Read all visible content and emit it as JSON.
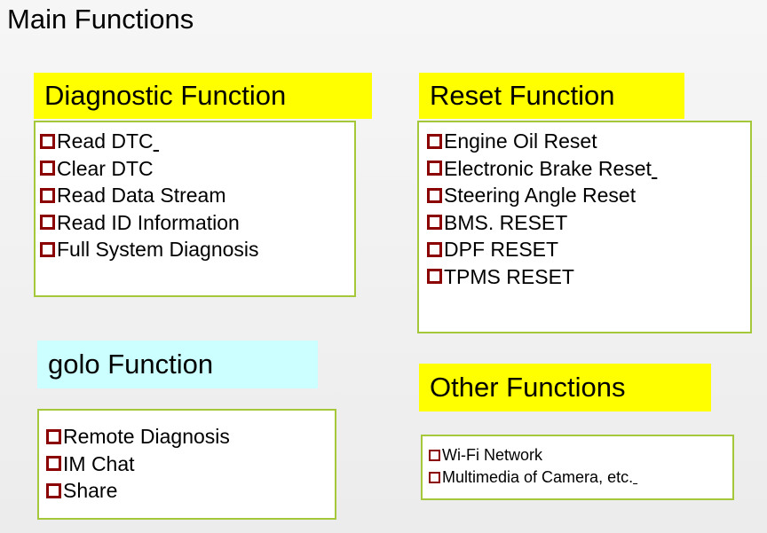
{
  "page": {
    "title": "Main Functions"
  },
  "diagnostic": {
    "title": "Diagnostic Function",
    "items": [
      "Read DTC",
      "Clear DTC",
      "Read Data Stream",
      "Read ID Information",
      "Full System Diagnosis"
    ]
  },
  "reset": {
    "title": "Reset Function",
    "items": [
      "Engine Oil Reset",
      "Electronic Brake Reset",
      "Steering Angle Reset",
      "BMS. RESET",
      "DPF RESET",
      "TPMS RESET"
    ]
  },
  "golo": {
    "title": "golo Function",
    "items": [
      "Remote Diagnosis",
      "IM Chat",
      "Share"
    ]
  },
  "other": {
    "title": "Other Functions",
    "items": [
      "Wi-Fi Network",
      "Multimedia of Camera, etc."
    ]
  },
  "colors": {
    "header_yellow": "#ffff00",
    "header_cyan": "#ccffff",
    "box_border": "#a4c83a",
    "bullet": "#8b0000"
  },
  "icons": {
    "bullet": "hollow-square-bullet-icon"
  }
}
